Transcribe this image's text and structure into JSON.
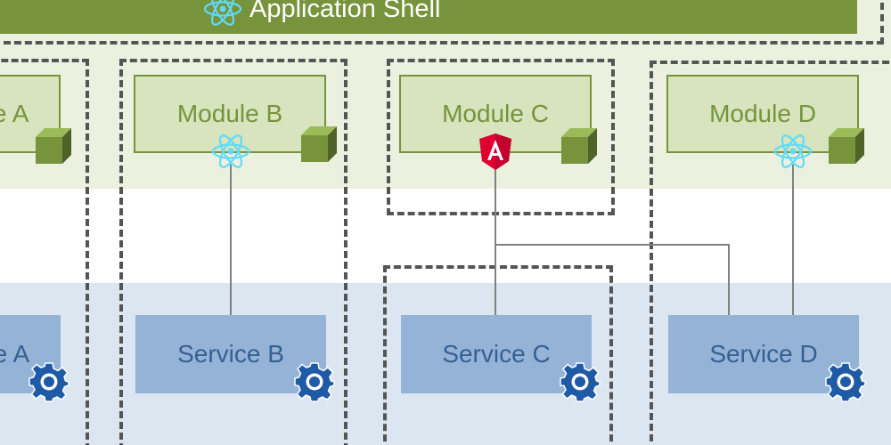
{
  "shell": {
    "title": "Application Shell"
  },
  "modules": [
    {
      "id": "a",
      "label": "Module A",
      "framework": "none"
    },
    {
      "id": "b",
      "label": "Module B",
      "framework": "react"
    },
    {
      "id": "c",
      "label": "Module C",
      "framework": "angular"
    },
    {
      "id": "d",
      "label": "Module D",
      "framework": "react"
    }
  ],
  "services": [
    {
      "id": "a",
      "label": "Service A"
    },
    {
      "id": "b",
      "label": "Service B"
    },
    {
      "id": "c",
      "label": "Service C"
    },
    {
      "id": "d",
      "label": "Service D"
    }
  ],
  "icons": {
    "module_cube": "cube-icon",
    "service_gear": "gear-icon",
    "react": "react-icon",
    "angular": "angular-icon"
  },
  "colors": {
    "shell_bar": "#77933c",
    "module_band": "#ebf1de",
    "service_band": "#dce6f1",
    "module_fill": "#d7e4bd",
    "module_text": "#77933c",
    "service_fill": "#95b3d7",
    "service_text": "#366092",
    "react": "#61dafb",
    "angular": "#dd0031",
    "gear": "#1f5aa6"
  }
}
